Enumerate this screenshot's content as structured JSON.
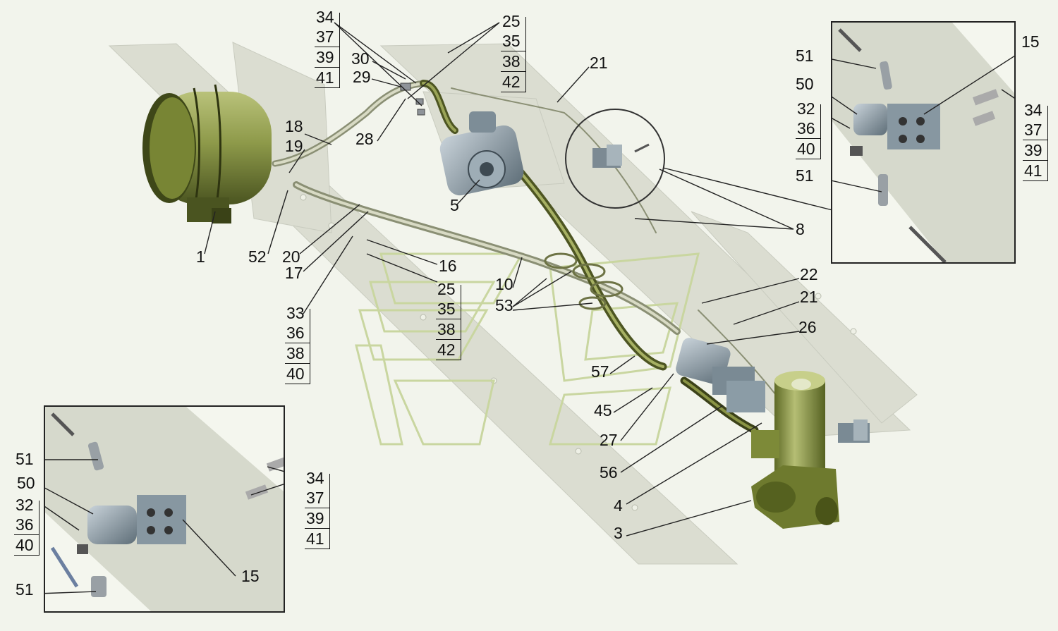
{
  "callouts": {
    "c1": "1",
    "c52": "52",
    "c18": "18",
    "c19": "19",
    "c28": "28",
    "c29": "29",
    "c30": "30",
    "c21a": "21",
    "c5": "5",
    "c20": "20",
    "c17": "17",
    "c16": "16",
    "c10": "10",
    "c53": "53",
    "c8": "8",
    "c22": "22",
    "c21b": "21",
    "c26": "26",
    "c57": "57",
    "c45": "45",
    "c27": "27",
    "c56": "56",
    "c4": "4",
    "c3": "3",
    "r51a": "51",
    "r50": "50",
    "r15": "15",
    "r51b": "51",
    "l51a": "51",
    "l50": "50",
    "l15": "15",
    "l51b": "51"
  },
  "stacks": {
    "s_top_a": [
      "34",
      "37",
      "39",
      "41"
    ],
    "s_top_b": [
      "25",
      "35",
      "38",
      "42"
    ],
    "s_mid_a": [
      "25",
      "35",
      "38",
      "42"
    ],
    "s_mid_b": [
      "33",
      "36",
      "38",
      "40"
    ],
    "s_r_a": [
      "32",
      "36",
      "40"
    ],
    "s_r_b": [
      "34",
      "37",
      "39",
      "41"
    ],
    "s_l_a": [
      "32",
      "36",
      "40"
    ],
    "s_l_b": [
      "34",
      "37",
      "39",
      "41"
    ]
  }
}
